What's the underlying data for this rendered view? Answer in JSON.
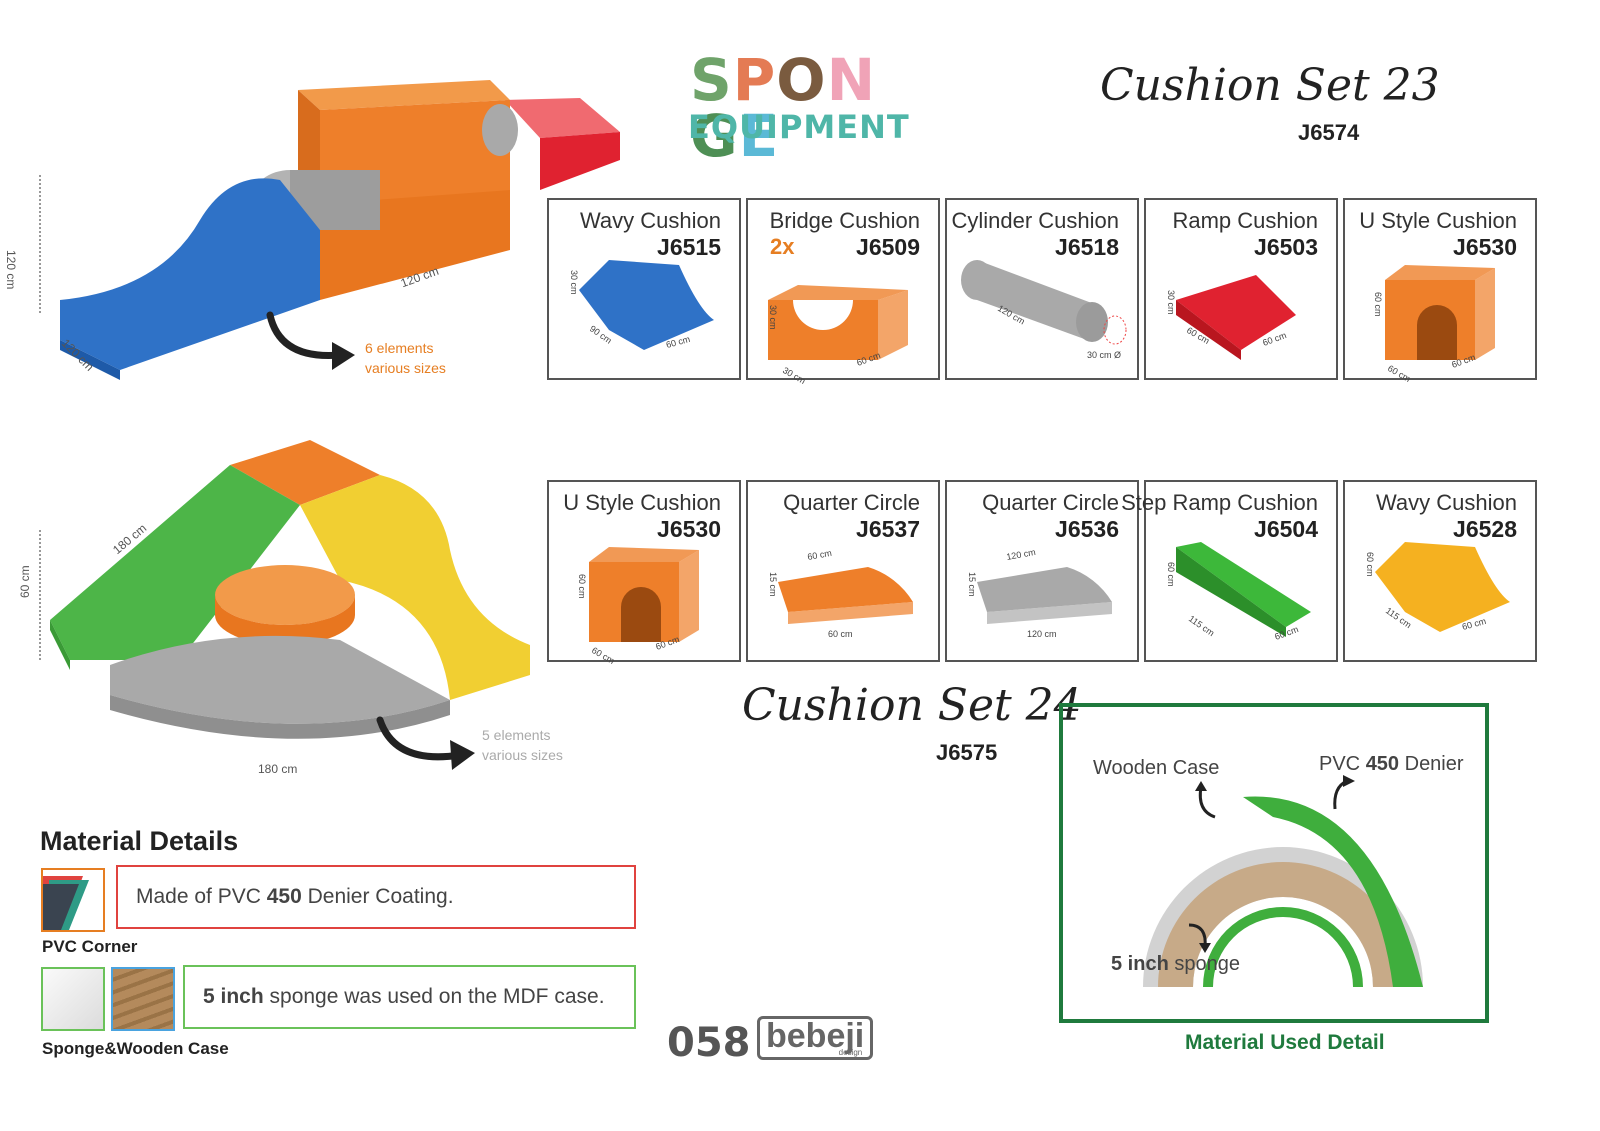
{
  "brand": {
    "line1": "SPONGE",
    "line2": "EQUIPMENT",
    "line1_colors": [
      "#6fa36a",
      "#e47b54",
      "#7a5b3f",
      "#f0a3b7",
      "#4e8f55",
      "#5bb9d6"
    ]
  },
  "set23": {
    "title": "Cushion Set 23",
    "code": "J6574",
    "dims": {
      "height": "120 cm",
      "depth": "120 cm",
      "length": "120 cm"
    },
    "note": [
      "6 elements",
      "various sizes"
    ],
    "items": [
      {
        "name": "Wavy Cushion",
        "code": "J6515",
        "qty": "",
        "color": "#2f72c7",
        "dims": [
          "30 cm",
          "90 cm",
          "60 cm"
        ]
      },
      {
        "name": "Bridge Cushion",
        "code": "J6509",
        "qty": "2x",
        "color": "#ee7f2a",
        "dims": [
          "30 cm",
          "30 cm",
          "60 cm"
        ]
      },
      {
        "name": "Cylinder Cushion",
        "code": "J6518",
        "qty": "",
        "color": "#a9a9a9",
        "dims": [
          "120 cm",
          "30 cm Ø"
        ]
      },
      {
        "name": "Ramp Cushion",
        "code": "J6503",
        "qty": "",
        "color": "#e02230",
        "dims": [
          "30 cm",
          "60 cm",
          "60 cm"
        ]
      },
      {
        "name": "U Style Cushion",
        "code": "J6530",
        "qty": "",
        "color": "#ee7f2a",
        "dims": [
          "60 cm",
          "60 cm",
          "60 cm"
        ]
      }
    ]
  },
  "set24": {
    "title": "Cushion Set 24",
    "code": "J6575",
    "dims": {
      "height": "60 cm",
      "diag": "180 cm",
      "base": "180 cm"
    },
    "note": [
      "5 elements",
      "various sizes"
    ],
    "items": [
      {
        "name": "U Style Cushion",
        "code": "J6530",
        "color": "#ee7f2a",
        "dims": [
          "60 cm",
          "60 cm",
          "60 cm"
        ]
      },
      {
        "name": "Quarter Circle",
        "code": "J6537",
        "color": "#ee7f2a",
        "dims": [
          "60 cm",
          "15 cm",
          "60 cm"
        ]
      },
      {
        "name": "Quarter Circle",
        "code": "J6536",
        "color": "#a9a9a9",
        "dims": [
          "120 cm",
          "15 cm",
          "120 cm"
        ]
      },
      {
        "name": "Step Ramp Cushion",
        "code": "J6504",
        "color": "#3db83a",
        "dims": [
          "60 cm",
          "115 cm",
          "60 cm"
        ]
      },
      {
        "name": "Wavy Cushion",
        "code": "J6528",
        "color": "#f5b120",
        "dims": [
          "60 cm",
          "115 cm",
          "60 cm"
        ]
      }
    ]
  },
  "material": {
    "title": "Material Details",
    "pvc_text_pre": "Made of PVC ",
    "pvc_text_bold": "450",
    "pvc_text_post": " Denier Coating.",
    "pvc_label": "PVC Corner",
    "sponge_text_bold": "5 inch",
    "sponge_text_post": " sponge was used on the MDF case.",
    "sponge_label": "Sponge&Wooden Case"
  },
  "detail": {
    "wooden_case": "Wooden Case",
    "pvc_pre": "PVC ",
    "pvc_bold": "450",
    "pvc_post": " Denier",
    "sponge_bold": "5 inch",
    "sponge_post": " sponge",
    "caption": "Material Used Detail"
  },
  "footer": {
    "page": "058",
    "logo": "bebeji",
    "logo_sub": "design"
  }
}
